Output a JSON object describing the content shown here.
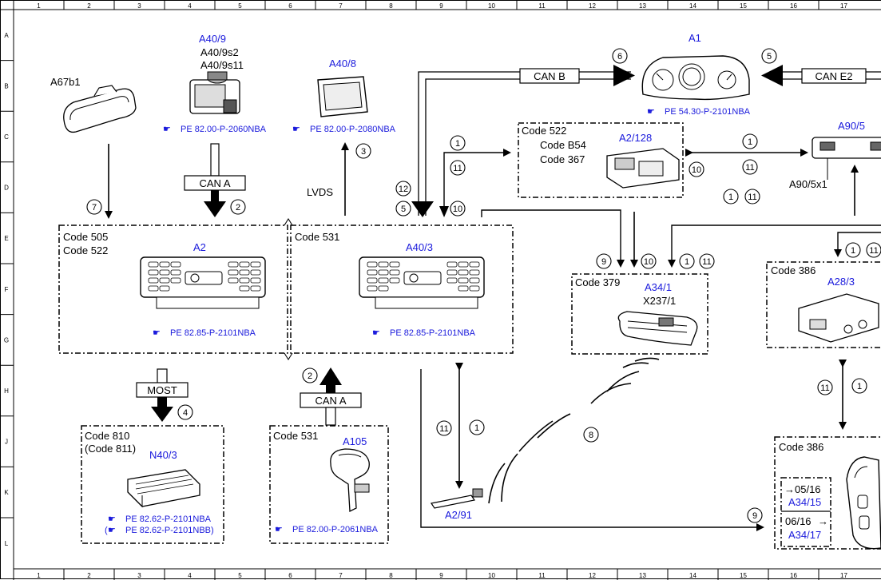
{
  "grid": {
    "columns": [
      "1",
      "2",
      "3",
      "4",
      "5",
      "6",
      "7",
      "8",
      "9",
      "10",
      "11",
      "12",
      "13",
      "14",
      "15",
      "16",
      "17"
    ],
    "rows": [
      "A",
      "B",
      "C",
      "D",
      "E",
      "F",
      "G",
      "H",
      "J",
      "K",
      "L"
    ]
  },
  "components": {
    "a40_9": {
      "label": "A40/9",
      "sub1": "A40/9s2",
      "sub2": "A40/9s11",
      "ref": "PE 82.00-P-2060NBA"
    },
    "a67b1": {
      "label": "A67b1"
    },
    "a40_8": {
      "label": "A40/8",
      "ref": "PE 82.00-P-2080NBA"
    },
    "a1": {
      "label": "A1",
      "ref": "PE 54.30-P-2101NBA"
    },
    "a2_128": {
      "label": "A2/128",
      "code1": "Code 522",
      "code2": "Code B54",
      "code3": "Code 367"
    },
    "a90_5": {
      "label": "A90/5",
      "sub": "A90/5x1"
    },
    "a2": {
      "label": "A2",
      "code1": "Code 505",
      "code2": "Code 522",
      "ref": "PE 82.85-P-2101NBA"
    },
    "a40_3": {
      "label": "A40/3",
      "code1": "Code 531",
      "ref": "PE 82.85-P-2101NBA"
    },
    "a34_1": {
      "label": "A34/1",
      "sub": "X237/1",
      "code1": "Code 379"
    },
    "a28_3": {
      "label": "A28/3",
      "code1": "Code 386"
    },
    "n40_3": {
      "label": "N40/3",
      "code1": "Code 810",
      "code2": "(Code 811)",
      "ref1": "PE 82.62-P-2101NBA",
      "ref2": "PE 82.62-P-2101NBB)",
      "ref2_prefix": "("
    },
    "a105": {
      "label": "A105",
      "code1": "Code 531",
      "ref": "PE 82.00-P-2061NBA"
    },
    "a2_91": {
      "label": "A2/91"
    },
    "a34_15_17": {
      "code1": "Code 386",
      "date1": "05/16",
      "label1": "A34/15",
      "date2": "06/16",
      "label2": "A34/17"
    }
  },
  "buses": {
    "can_b": "CAN B",
    "can_e2": "CAN E2",
    "can_a_top": "CAN A",
    "can_a_bottom": "CAN A",
    "most": "MOST",
    "lvds": "LVDS"
  },
  "markers": {
    "m1": "1",
    "m2": "2",
    "m3": "3",
    "m4": "4",
    "m5": "5",
    "m6": "6",
    "m7": "7",
    "m8": "8",
    "m9": "9",
    "m10": "10",
    "m11": "11",
    "m12": "12"
  },
  "colors": {
    "label_blue": "#1a1adc",
    "line": "#000000"
  }
}
